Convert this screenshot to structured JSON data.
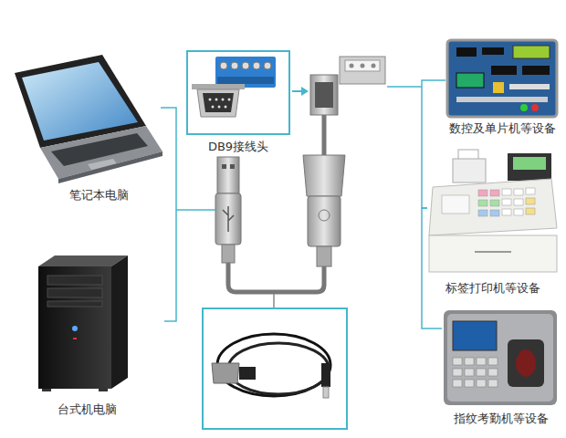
{
  "diagram": {
    "nodes": [
      {
        "text": [
          "笔记本电脑"
        ]
      },
      {
        "text": [
          "台式机电脑"
        ]
      },
      {
        "text": [
          "DB9接线头"
        ]
      },
      {
        "text": [
          "数控及单片机等设备"
        ]
      },
      {
        "text": [
          "标签打印机等设备"
        ]
      },
      {
        "text": [
          "指纹考勤机等设备"
        ]
      }
    ],
    "edges": [
      {
        "from": 0,
        "to": 1,
        "arrow": "none"
      },
      {
        "from": 3,
        "to": 4,
        "arrow": "none"
      },
      {
        "from": 4,
        "to": 5,
        "arrow": "none"
      }
    ]
  }
}
